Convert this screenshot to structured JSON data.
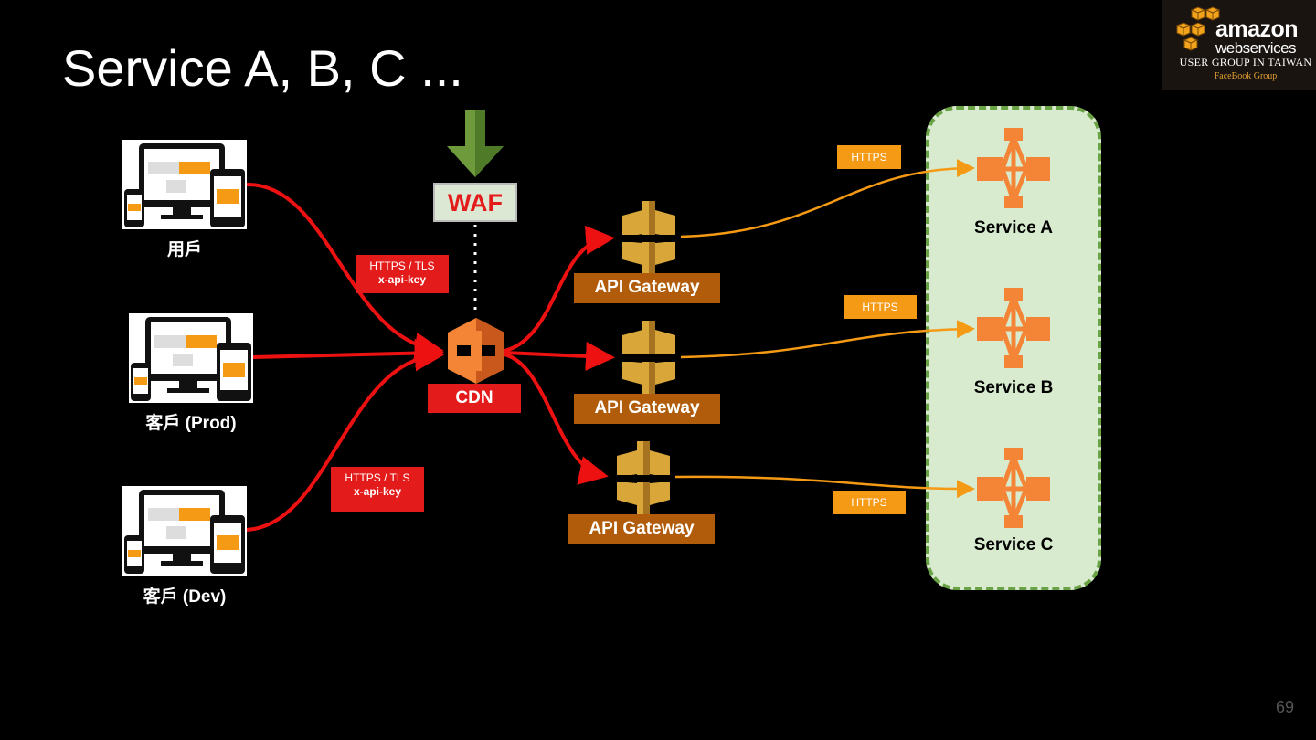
{
  "slide": {
    "title": "Service A, B, C ...",
    "page_number": "69"
  },
  "logo": {
    "brand": "amazon",
    "sub": "webservices",
    "group": "USER GROUP IN TAIWAN",
    "facebook": "FaceBook Group"
  },
  "clients": [
    {
      "label": "用戶"
    },
    {
      "label": "客戶 (Prod)"
    },
    {
      "label": "客戶 (Dev)"
    }
  ],
  "edge_tags": {
    "tag1_line1": "HTTPS / TLS",
    "tag1_line2": "x-api-key",
    "tag2_line1": "HTTPS / TLS",
    "tag2_line2": "x-api-key"
  },
  "waf": {
    "label": "WAF"
  },
  "cdn": {
    "label": "CDN"
  },
  "gateways": [
    {
      "label": "API Gateway"
    },
    {
      "label": "API Gateway"
    },
    {
      "label": "API Gateway"
    }
  ],
  "https_tags": [
    "HTTPS",
    "HTTPS",
    "HTTPS"
  ],
  "services": [
    {
      "label": "Service A"
    },
    {
      "label": "Service B"
    },
    {
      "label": "Service C"
    }
  ],
  "colors": {
    "red_flow": "#ee1111",
    "orange_flow": "#f59a14",
    "gateway": "#b15c0a",
    "gold_icon": "#d9a63a",
    "vpc_fill": "#d8ebcf",
    "vpc_border": "#6aa345",
    "waf_arrow": "#6e9a3c"
  }
}
